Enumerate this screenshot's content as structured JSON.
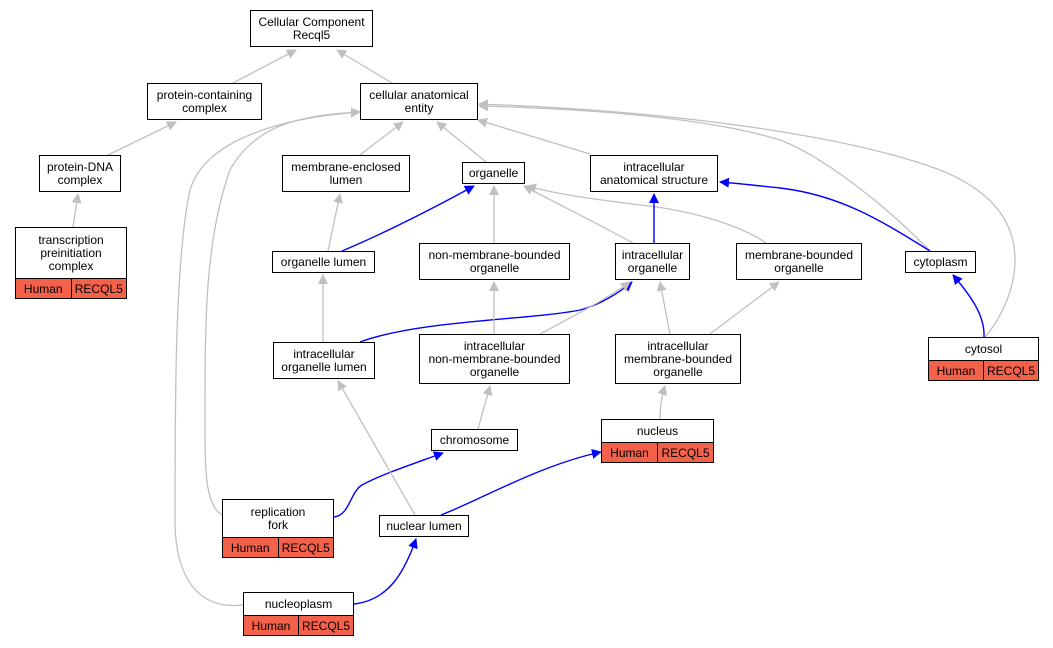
{
  "colors": {
    "gray_edge": "#c0c0c0",
    "blue_edge": "#0000ff",
    "annotation_fill": "#f4614a"
  },
  "nodes": [
    {
      "id": "root",
      "label": "Cellular Component\nRecql5",
      "tags": []
    },
    {
      "id": "pcc",
      "label": "protein-containing\ncomplex",
      "tags": []
    },
    {
      "id": "cae",
      "label": "cellular anatomical\nentity",
      "tags": []
    },
    {
      "id": "pdna",
      "label": "protein-DNA\ncomplex",
      "tags": []
    },
    {
      "id": "mel",
      "label": "membrane-enclosed\nlumen",
      "tags": []
    },
    {
      "id": "org",
      "label": "organelle",
      "tags": []
    },
    {
      "id": "ias",
      "label": "intracellular\nanatomical structure",
      "tags": []
    },
    {
      "id": "tpc",
      "label": "transcription\npreinitiation\ncomplex",
      "tags": [
        "Human",
        "RECQL5"
      ]
    },
    {
      "id": "orglumen",
      "label": "organelle lumen",
      "tags": []
    },
    {
      "id": "nmbo",
      "label": "non-membrane-bounded\norganelle",
      "tags": []
    },
    {
      "id": "io",
      "label": "intracellular\norganelle",
      "tags": []
    },
    {
      "id": "mbo",
      "label": "membrane-bounded\norganelle",
      "tags": []
    },
    {
      "id": "cyto",
      "label": "cytoplasm",
      "tags": []
    },
    {
      "id": "iol",
      "label": "intracellular\norganelle lumen",
      "tags": []
    },
    {
      "id": "inmbo",
      "label": "intracellular\nnon-membrane-bounded\norganelle",
      "tags": []
    },
    {
      "id": "imbo",
      "label": "intracellular\nmembrane-bounded\norganelle",
      "tags": []
    },
    {
      "id": "cytosol",
      "label": "cytosol",
      "tags": [
        "Human",
        "RECQL5"
      ]
    },
    {
      "id": "chrom",
      "label": "chromosome",
      "tags": []
    },
    {
      "id": "nucleus",
      "label": "nucleus",
      "tags": [
        "Human",
        "RECQL5"
      ]
    },
    {
      "id": "rf",
      "label": "replication\nfork",
      "tags": [
        "Human",
        "RECQL5"
      ]
    },
    {
      "id": "nl",
      "label": "nuclear lumen",
      "tags": []
    },
    {
      "id": "np",
      "label": "nucleoplasm",
      "tags": [
        "Human",
        "RECQL5"
      ]
    }
  ],
  "edges": [
    {
      "from": "pcc",
      "to": "root",
      "kind": "is_a"
    },
    {
      "from": "cae",
      "to": "root",
      "kind": "is_a"
    },
    {
      "from": "pdna",
      "to": "pcc",
      "kind": "is_a"
    },
    {
      "from": "tpc",
      "to": "pdna",
      "kind": "is_a"
    },
    {
      "from": "mel",
      "to": "cae",
      "kind": "is_a"
    },
    {
      "from": "org",
      "to": "cae",
      "kind": "is_a"
    },
    {
      "from": "ias",
      "to": "cae",
      "kind": "is_a"
    },
    {
      "from": "cyto",
      "to": "cae",
      "kind": "is_a"
    },
    {
      "from": "cytosol",
      "to": "cae",
      "kind": "is_a"
    },
    {
      "from": "rf",
      "to": "cae",
      "kind": "is_a"
    },
    {
      "from": "np",
      "to": "cae",
      "kind": "is_a"
    },
    {
      "from": "orglumen",
      "to": "mel",
      "kind": "is_a"
    },
    {
      "from": "orglumen",
      "to": "org",
      "kind": "part_of"
    },
    {
      "from": "nmbo",
      "to": "org",
      "kind": "is_a"
    },
    {
      "from": "io",
      "to": "org",
      "kind": "is_a"
    },
    {
      "from": "mbo",
      "to": "org",
      "kind": "is_a"
    },
    {
      "from": "io",
      "to": "ias",
      "kind": "part_of"
    },
    {
      "from": "cyto",
      "to": "ias",
      "kind": "part_of"
    },
    {
      "from": "iol",
      "to": "orglumen",
      "kind": "is_a"
    },
    {
      "from": "iol",
      "to": "io",
      "kind": "part_of"
    },
    {
      "from": "inmbo",
      "to": "nmbo",
      "kind": "is_a"
    },
    {
      "from": "inmbo",
      "to": "io",
      "kind": "is_a"
    },
    {
      "from": "imbo",
      "to": "io",
      "kind": "is_a"
    },
    {
      "from": "imbo",
      "to": "mbo",
      "kind": "is_a"
    },
    {
      "from": "cytosol",
      "to": "cyto",
      "kind": "part_of"
    },
    {
      "from": "chrom",
      "to": "inmbo",
      "kind": "is_a"
    },
    {
      "from": "nucleus",
      "to": "imbo",
      "kind": "is_a"
    },
    {
      "from": "rf",
      "to": "chrom",
      "kind": "part_of"
    },
    {
      "from": "nl",
      "to": "iol",
      "kind": "is_a"
    },
    {
      "from": "nl",
      "to": "nucleus",
      "kind": "part_of"
    },
    {
      "from": "np",
      "to": "nl",
      "kind": "part_of"
    }
  ]
}
